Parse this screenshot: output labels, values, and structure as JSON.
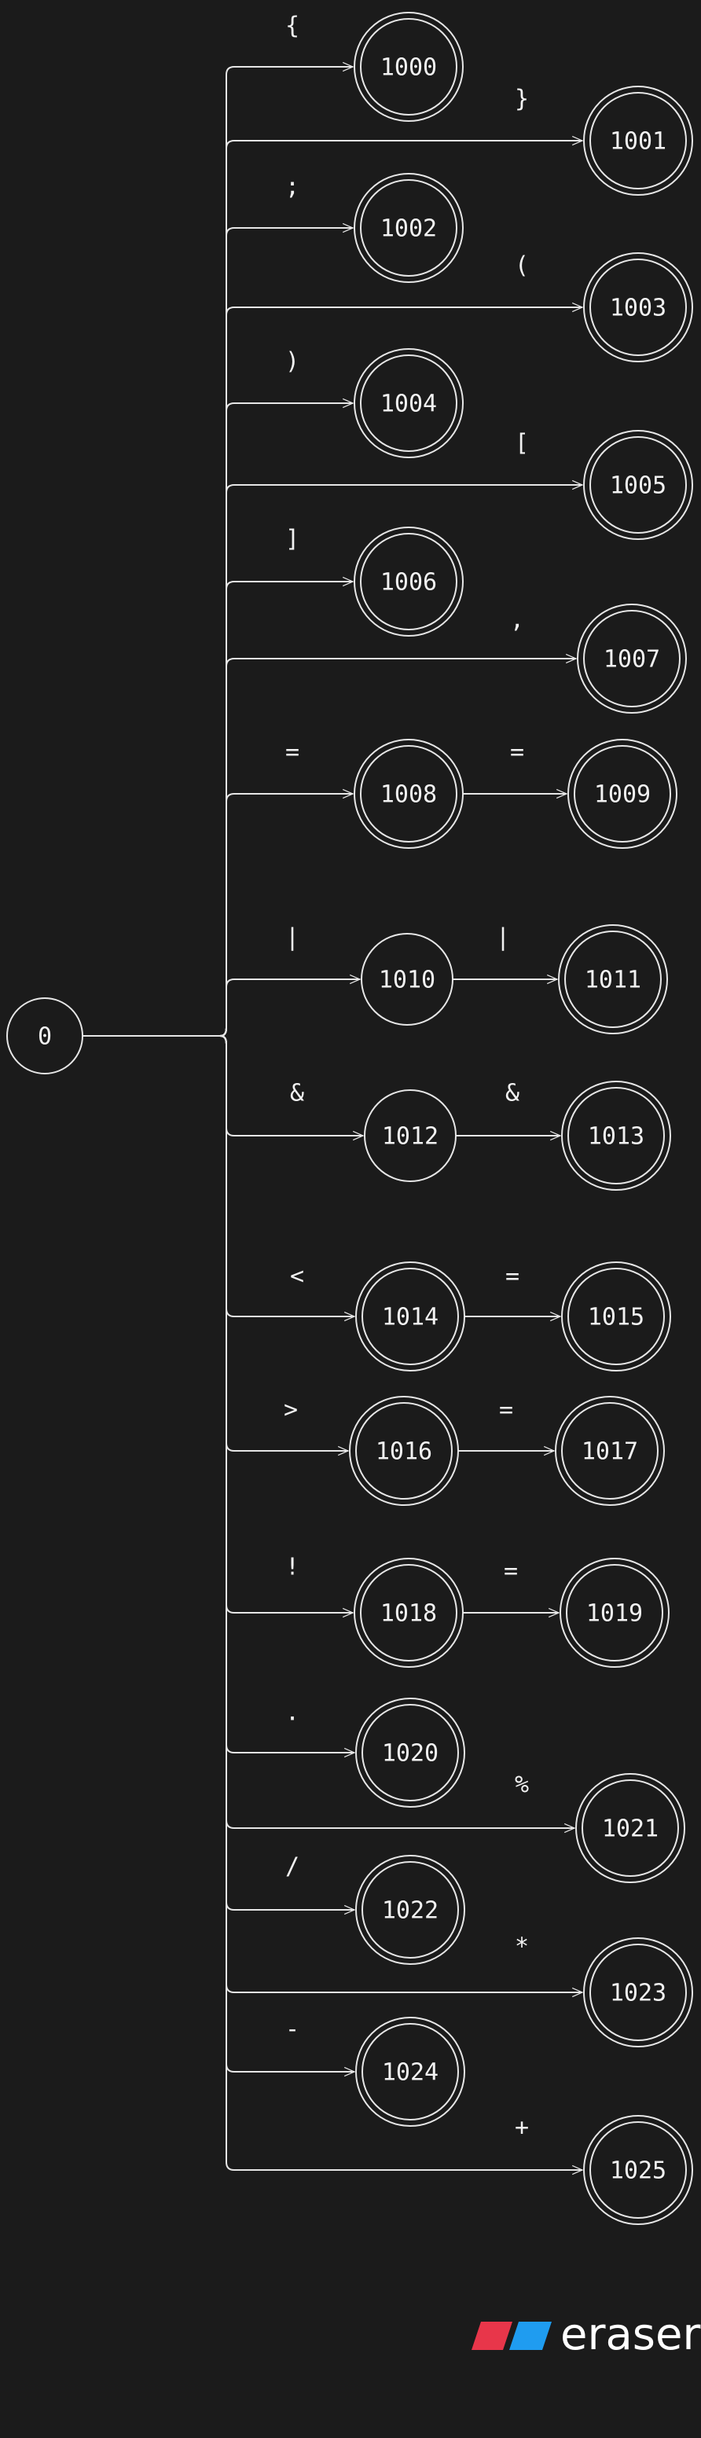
{
  "diagram": {
    "start": {
      "id": "0",
      "label": "0",
      "accepting": false
    },
    "states": [
      {
        "id": "1000",
        "label": "1000",
        "accepting": true
      },
      {
        "id": "1001",
        "label": "1001",
        "accepting": true
      },
      {
        "id": "1002",
        "label": "1002",
        "accepting": true
      },
      {
        "id": "1003",
        "label": "1003",
        "accepting": true
      },
      {
        "id": "1004",
        "label": "1004",
        "accepting": true
      },
      {
        "id": "1005",
        "label": "1005",
        "accepting": true
      },
      {
        "id": "1006",
        "label": "1006",
        "accepting": true
      },
      {
        "id": "1007",
        "label": "1007",
        "accepting": true
      },
      {
        "id": "1008",
        "label": "1008",
        "accepting": true
      },
      {
        "id": "1009",
        "label": "1009",
        "accepting": true
      },
      {
        "id": "1010",
        "label": "1010",
        "accepting": false
      },
      {
        "id": "1011",
        "label": "1011",
        "accepting": true
      },
      {
        "id": "1012",
        "label": "1012",
        "accepting": false
      },
      {
        "id": "1013",
        "label": "1013",
        "accepting": true
      },
      {
        "id": "1014",
        "label": "1014",
        "accepting": true
      },
      {
        "id": "1015",
        "label": "1015",
        "accepting": true
      },
      {
        "id": "1016",
        "label": "1016",
        "accepting": true
      },
      {
        "id": "1017",
        "label": "1017",
        "accepting": true
      },
      {
        "id": "1018",
        "label": "1018",
        "accepting": true
      },
      {
        "id": "1019",
        "label": "1019",
        "accepting": true
      },
      {
        "id": "1020",
        "label": "1020",
        "accepting": true
      },
      {
        "id": "1021",
        "label": "1021",
        "accepting": true
      },
      {
        "id": "1022",
        "label": "1022",
        "accepting": true
      },
      {
        "id": "1023",
        "label": "1023",
        "accepting": true
      },
      {
        "id": "1024",
        "label": "1024",
        "accepting": true
      },
      {
        "id": "1025",
        "label": "1025",
        "accepting": true
      }
    ],
    "transitions": [
      {
        "from": "0",
        "to": "1000",
        "label": "{"
      },
      {
        "from": "0",
        "to": "1001",
        "label": "}"
      },
      {
        "from": "0",
        "to": "1002",
        "label": ";"
      },
      {
        "from": "0",
        "to": "1003",
        "label": "("
      },
      {
        "from": "0",
        "to": "1004",
        "label": ")"
      },
      {
        "from": "0",
        "to": "1005",
        "label": "["
      },
      {
        "from": "0",
        "to": "1006",
        "label": "]"
      },
      {
        "from": "0",
        "to": "1007",
        "label": ","
      },
      {
        "from": "0",
        "to": "1008",
        "label": "="
      },
      {
        "from": "1008",
        "to": "1009",
        "label": "="
      },
      {
        "from": "0",
        "to": "1010",
        "label": "|"
      },
      {
        "from": "1010",
        "to": "1011",
        "label": "|"
      },
      {
        "from": "0",
        "to": "1012",
        "label": "&"
      },
      {
        "from": "1012",
        "to": "1013",
        "label": "&"
      },
      {
        "from": "0",
        "to": "1014",
        "label": "<"
      },
      {
        "from": "1014",
        "to": "1015",
        "label": "="
      },
      {
        "from": "0",
        "to": "1016",
        "label": ">"
      },
      {
        "from": "1016",
        "to": "1017",
        "label": "="
      },
      {
        "from": "0",
        "to": "1018",
        "label": "!"
      },
      {
        "from": "1018",
        "to": "1019",
        "label": "="
      },
      {
        "from": "0",
        "to": "1020",
        "label": "."
      },
      {
        "from": "0",
        "to": "1021",
        "label": "%"
      },
      {
        "from": "0",
        "to": "1022",
        "label": "/"
      },
      {
        "from": "0",
        "to": "1023",
        "label": "*"
      },
      {
        "from": "0",
        "to": "1024",
        "label": "-"
      },
      {
        "from": "0",
        "to": "1025",
        "label": "+"
      }
    ]
  },
  "branding": {
    "logo_text": "eraser",
    "logo_icon": "eraser-logo-icon",
    "colors": {
      "left": "#e8364a",
      "right": "#1f9cf0"
    }
  },
  "colors": {
    "background": "#1b1b1b",
    "stroke": "#e6e6e6",
    "text": "#f2f2f2"
  }
}
